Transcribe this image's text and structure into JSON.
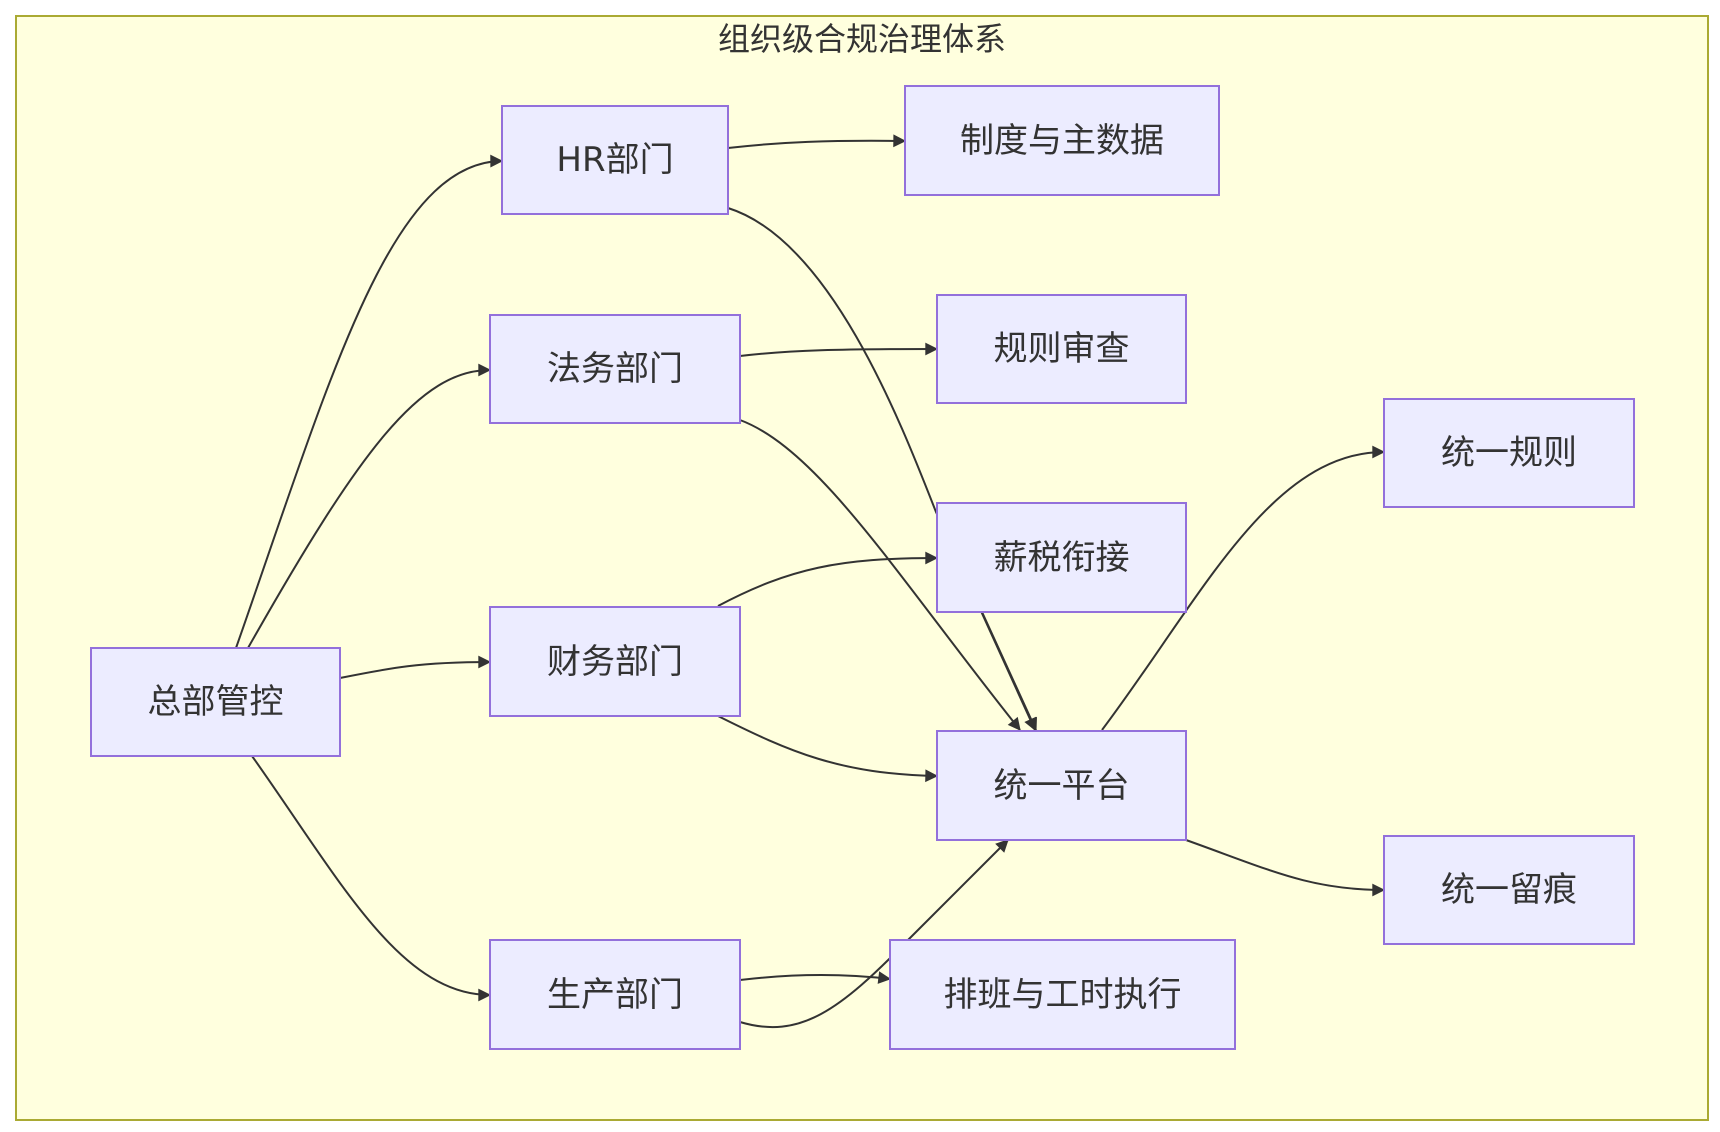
{
  "cluster": {
    "title": "组织级合规治理体系"
  },
  "nodes": {
    "hq": "总部管控",
    "hr": "HR部门",
    "legal": "法务部门",
    "finance": "财务部门",
    "production": "生产部门",
    "policy_master": "制度与主数据",
    "rule_review": "规则审查",
    "payroll_tax": "薪税衔接",
    "scheduling": "排班与工时执行",
    "platform": "统一平台",
    "unified_rules": "统一规则",
    "unified_trace": "统一留痕"
  },
  "colors": {
    "cluster_fill": "#ffffde",
    "cluster_stroke": "#aaaa33",
    "node_fill": "#ececff",
    "node_stroke": "#9370db",
    "text": "#333333",
    "edge": "#333333"
  }
}
